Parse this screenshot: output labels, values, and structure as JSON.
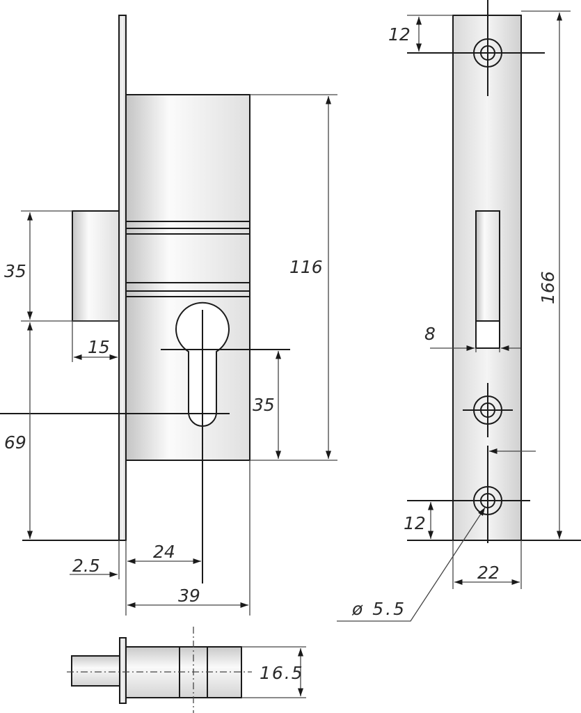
{
  "drawing": {
    "dimensions": {
      "side_view": {
        "bolt_height": "35",
        "bolt_projection": "15",
        "cylinder_center_height": "69",
        "faceplate_thickness": "2.5",
        "backset": "24",
        "case_depth": "39",
        "cylinder_spacing": "35",
        "case_height": "116"
      },
      "front_view": {
        "top_hole_offset": "12",
        "bottom_hole_offset": "12",
        "slot_width": "8",
        "faceplate_length": "166",
        "faceplate_width": "22",
        "hole_diameter": "ø 5.5"
      },
      "bottom_view": {
        "body_thickness": "16.5"
      }
    },
    "colors": {
      "line": "#1a1a1a",
      "metal_light": "#fbfbfb",
      "metal_mid": "#e2e2e2",
      "metal_dark": "#bdbdbd",
      "text": "#2a2a2a"
    }
  }
}
